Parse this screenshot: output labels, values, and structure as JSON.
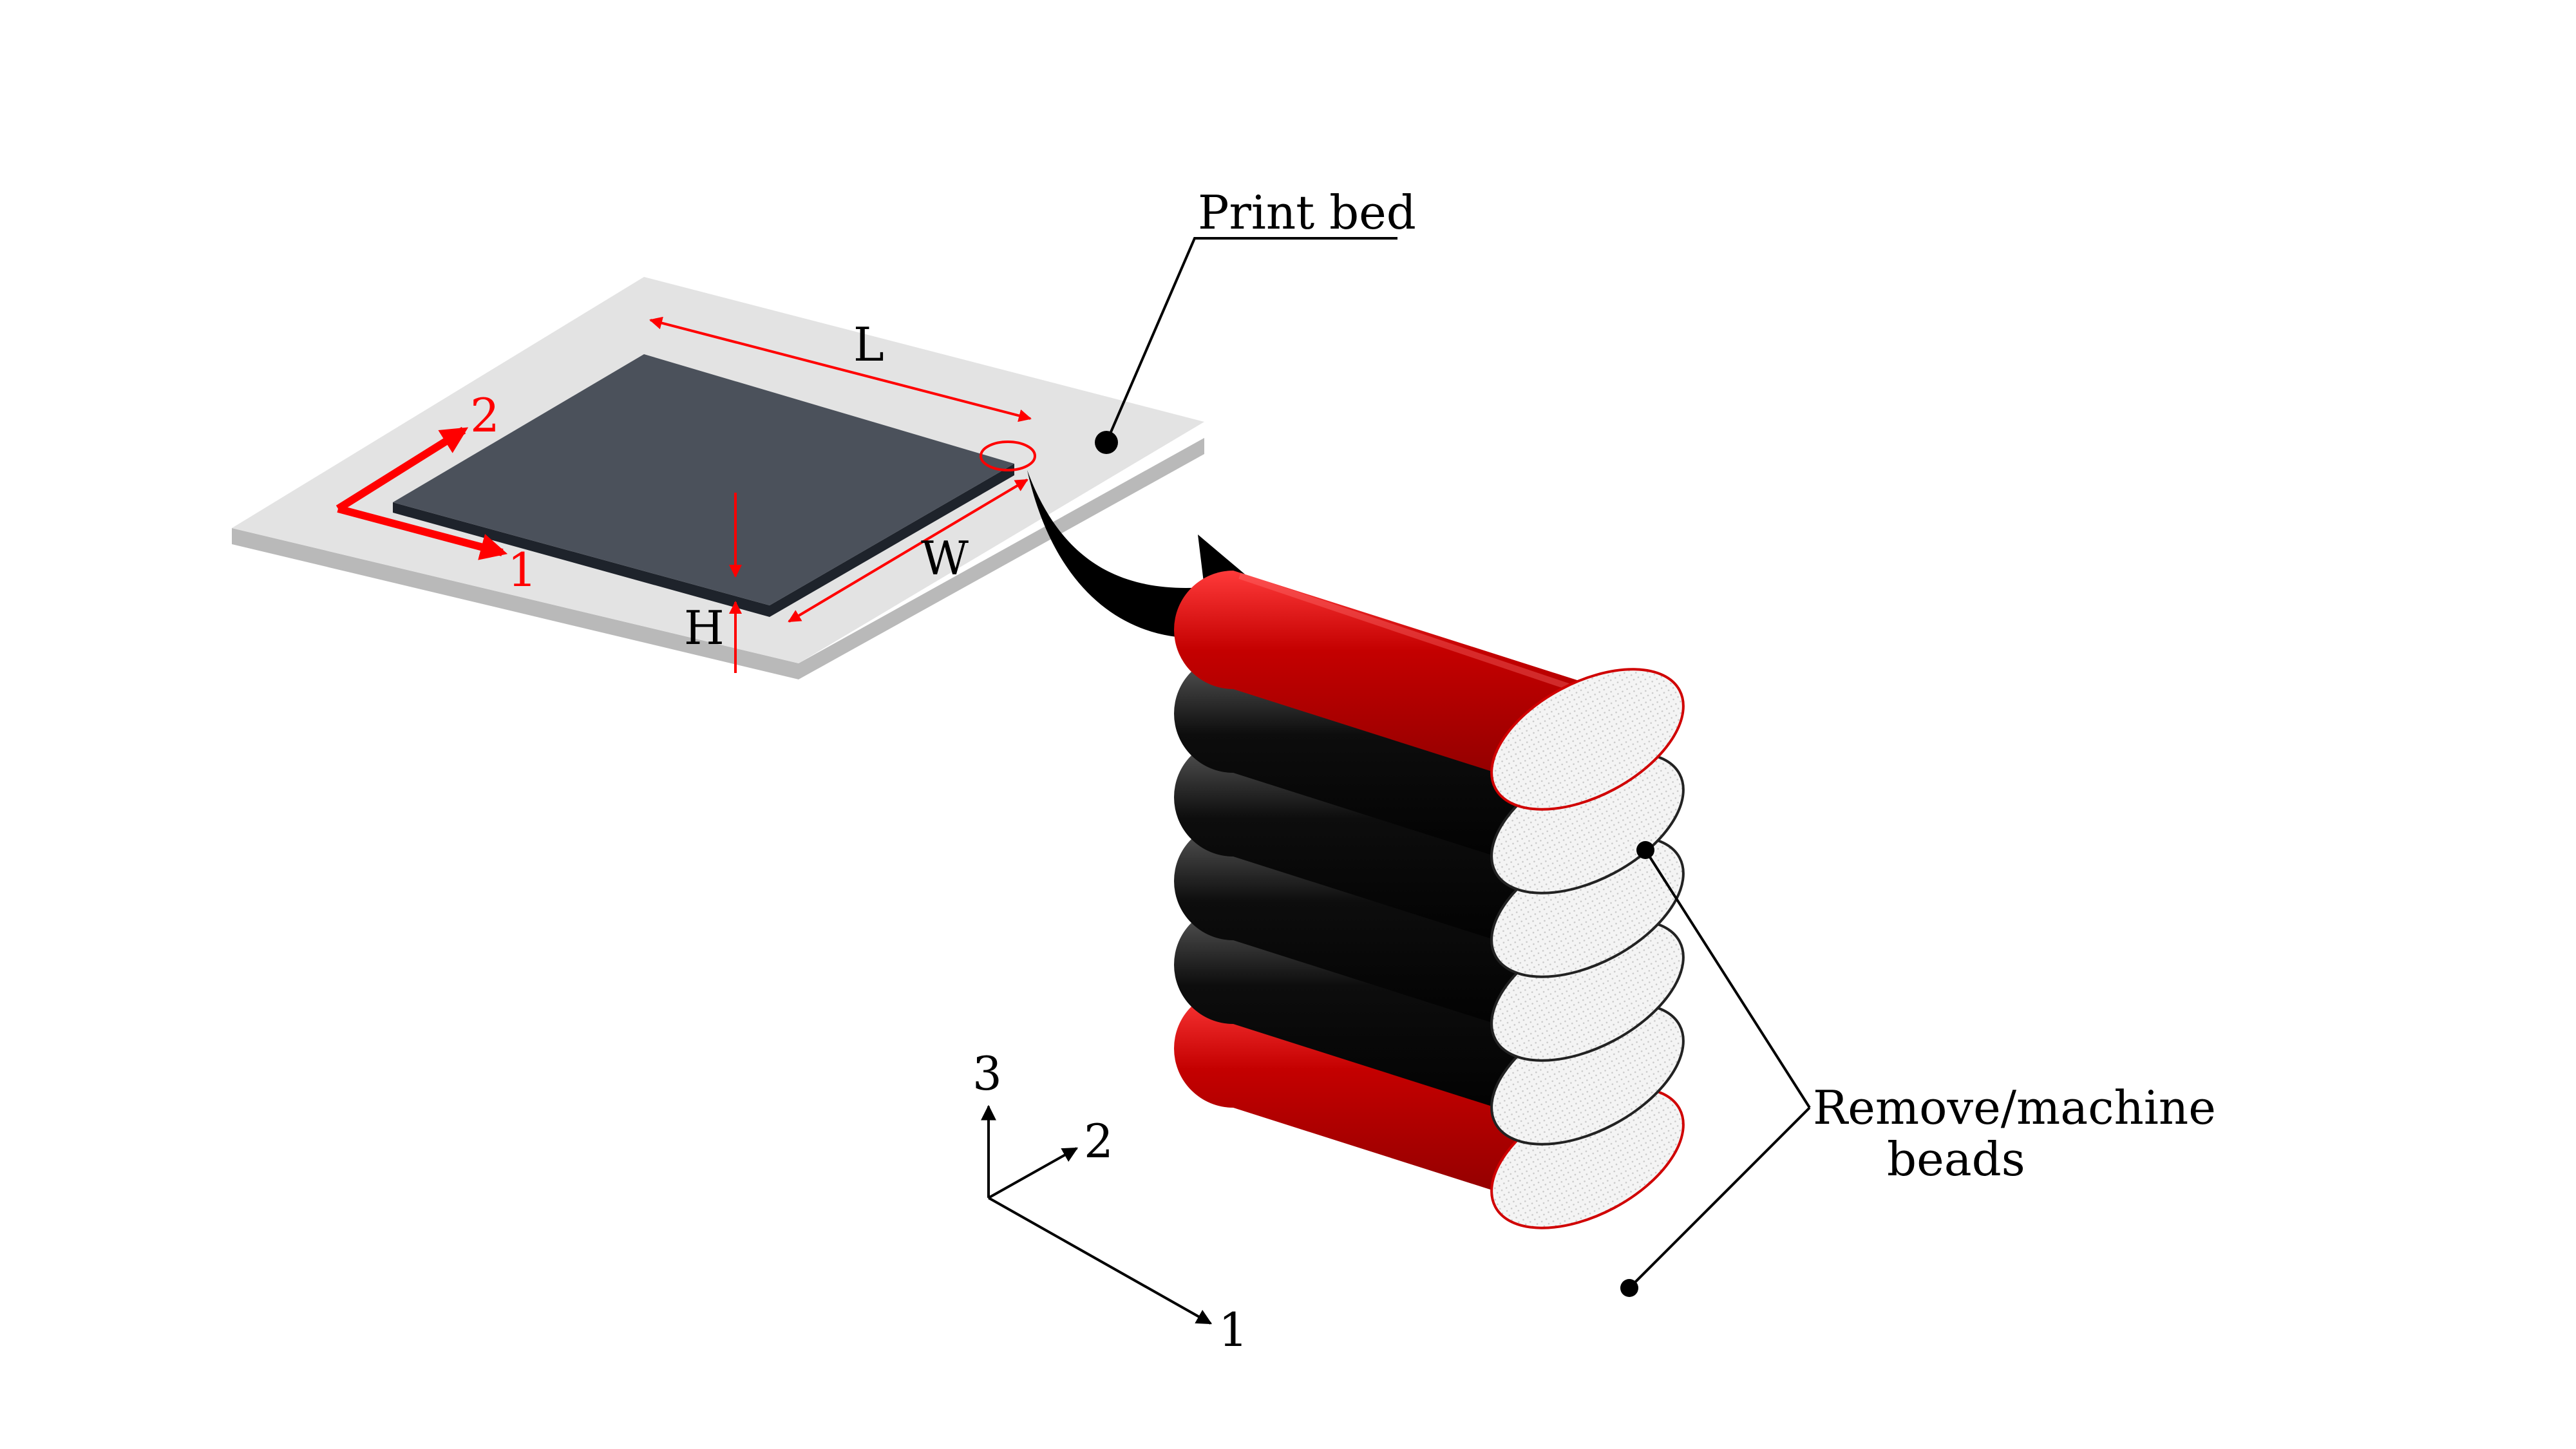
{
  "labels": {
    "print_bed": "Print bed",
    "length": "L",
    "width": "W",
    "height": "H",
    "bed_axis_1": "1",
    "bed_axis_2": "2",
    "axis_1": "1",
    "axis_2": "2",
    "axis_3": "3",
    "remove_line1": "Remove/machine",
    "remove_line2": "beads"
  },
  "colors": {
    "bed": "#e3e3e3",
    "bed_side": "#b4b4b4",
    "plate": "#4b515b",
    "plate_edge": "#20242c",
    "red": "#ff0000",
    "bead_red": "#c20000",
    "bead_black": "#0a0a0a",
    "bead_face": "#f0f0f0"
  },
  "beads": {
    "count": 6,
    "top_and_bottom": "red (remove/machine)",
    "middle": "black"
  }
}
